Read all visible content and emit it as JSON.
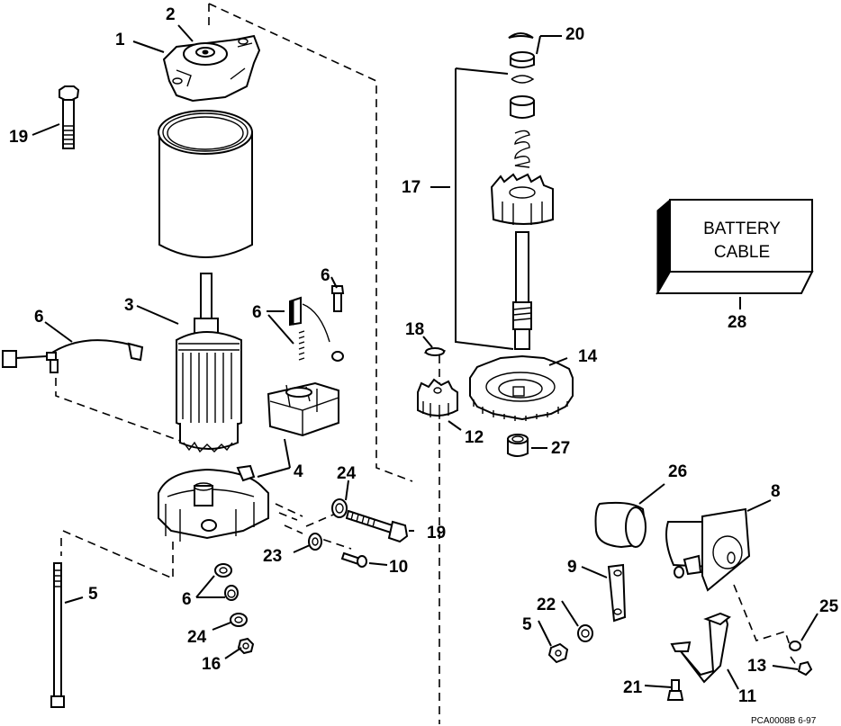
{
  "diagram": {
    "title": "Starter motor exploded parts diagram",
    "callouts": {
      "c1": "1",
      "c2": "2",
      "c3": "3",
      "c4": "4",
      "c5a": "5",
      "c5b": "5",
      "c6_harness": "6",
      "c6_brush": "6",
      "c6_screw": "6",
      "c6_washers": "6",
      "c8": "8",
      "c9": "9",
      "c10": "10",
      "c11": "11",
      "c12": "12",
      "c13": "13",
      "c14": "14",
      "c16": "16",
      "c17": "17",
      "c18": "18",
      "c19_top": "19",
      "c19_bottom": "19",
      "c20": "20",
      "c21": "21",
      "c22": "22",
      "c23": "23",
      "c24_top": "24",
      "c24_bottom": "24",
      "c25": "25",
      "c26": "26",
      "c27": "27",
      "c28": "28"
    },
    "battery_box": {
      "line1": "BATTERY",
      "line2": "CABLE"
    },
    "drawing_code": "PCA0008B  6-97"
  }
}
